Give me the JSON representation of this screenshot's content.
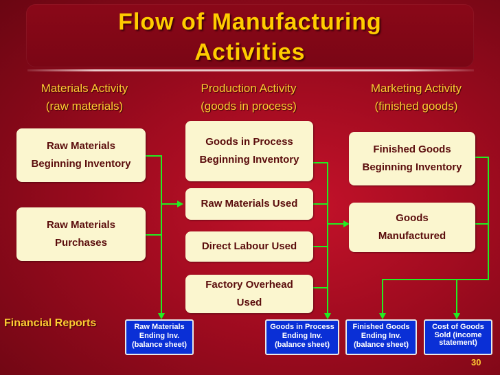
{
  "title": {
    "line1": "Flow of Manufacturing",
    "line2": "Activities"
  },
  "columns": {
    "materials": {
      "line1": "Materials Activity",
      "line2": "(raw materials)"
    },
    "production": {
      "line1": "Production Activity",
      "line2": "(goods in process)"
    },
    "marketing": {
      "line1": "Marketing Activity",
      "line2": "(finished goods)"
    }
  },
  "boxes": {
    "rm_begin": {
      "line1": "Raw Materials",
      "line2": "Beginning Inventory"
    },
    "rm_purch": {
      "line1": "Raw Materials",
      "line2": "Purchases"
    },
    "gip_begin": {
      "line1": "Goods in Process",
      "line2": "Beginning Inventory"
    },
    "rm_used": {
      "line1": "Raw Materials Used"
    },
    "dl_used": {
      "line1": "Direct Labour Used"
    },
    "foh_used": {
      "line1": "Factory Overhead",
      "line2": "Used"
    },
    "fg_begin": {
      "line1": "Finished Goods",
      "line2": "Beginning Inventory"
    },
    "goods_mfg": {
      "line1": "Goods",
      "line2": "Manufactured"
    }
  },
  "financial_reports": {
    "label": "Financial Reports",
    "items": [
      {
        "line1": "Raw Materials",
        "line2": "Ending Inv.",
        "line3": "(balance sheet)"
      },
      {
        "line1": "Goods in Process",
        "line2": "Ending Inv.",
        "line3": "(balance sheet)"
      },
      {
        "line1": "Finished Goods",
        "line2": "Ending Inv.",
        "line3": "(balance sheet)"
      },
      {
        "line1": "Cost of Goods",
        "line2": "Sold (income",
        "line3": "statement)"
      }
    ]
  },
  "page_number": "30",
  "colors": {
    "background": "#9e0b1f",
    "title": "#ffcc00",
    "box_fill": "#fbf6cf",
    "flow_lines": "#22ee22",
    "report_fill": "#0a2fd6"
  }
}
